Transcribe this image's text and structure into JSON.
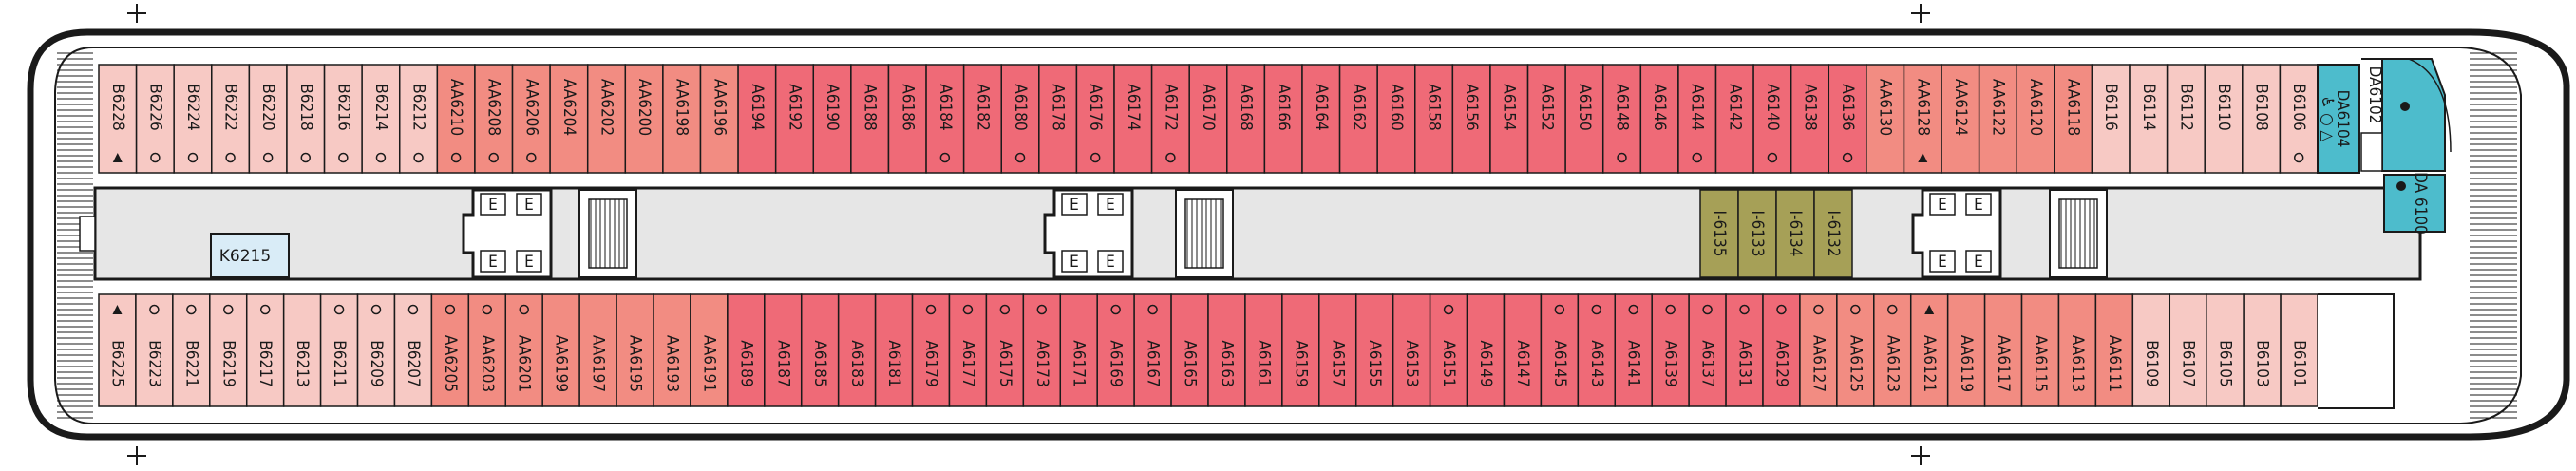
{
  "colors": {
    "A": "#ef6a77",
    "AA": "#f28c82",
    "B": "#f7c9c4",
    "DA": "#4dbccc",
    "I": "#a6a057",
    "K": "#d9ecf7",
    "corridor": "#e6e6e6",
    "hull": "#ffffff",
    "outline": "#1a1a1a"
  },
  "top_row": [
    {
      "label": "B6228",
      "cat": "B",
      "sym": "triangle"
    },
    {
      "label": "B6226",
      "cat": "B",
      "sym": "circle"
    },
    {
      "label": "B6224",
      "cat": "B",
      "sym": "circle"
    },
    {
      "label": "B6222",
      "cat": "B",
      "sym": "circle"
    },
    {
      "label": "B6220",
      "cat": "B",
      "sym": "circle"
    },
    {
      "label": "B6218",
      "cat": "B",
      "sym": "circle"
    },
    {
      "label": "B6216",
      "cat": "B",
      "sym": "circle"
    },
    {
      "label": "B6214",
      "cat": "B",
      "sym": "circle"
    },
    {
      "label": "B6212",
      "cat": "B",
      "sym": "circle"
    },
    {
      "label": "AA6210",
      "cat": "AA",
      "sym": "circle"
    },
    {
      "label": "AA6208",
      "cat": "AA",
      "sym": "circle"
    },
    {
      "label": "AA6206",
      "cat": "AA",
      "sym": "circle"
    },
    {
      "label": "AA6204",
      "cat": "AA",
      "sym": ""
    },
    {
      "label": "AA6202",
      "cat": "AA",
      "sym": ""
    },
    {
      "label": "AA6200",
      "cat": "AA",
      "sym": ""
    },
    {
      "label": "AA6198",
      "cat": "AA",
      "sym": ""
    },
    {
      "label": "AA6196",
      "cat": "AA",
      "sym": ""
    },
    {
      "label": "A6194",
      "cat": "A",
      "sym": ""
    },
    {
      "label": "A6192",
      "cat": "A",
      "sym": ""
    },
    {
      "label": "A6190",
      "cat": "A",
      "sym": ""
    },
    {
      "label": "A6188",
      "cat": "A",
      "sym": ""
    },
    {
      "label": "A6186",
      "cat": "A",
      "sym": ""
    },
    {
      "label": "A6184",
      "cat": "A",
      "sym": "circle"
    },
    {
      "label": "A6182",
      "cat": "A",
      "sym": ""
    },
    {
      "label": "A6180",
      "cat": "A",
      "sym": "circle"
    },
    {
      "label": "A6178",
      "cat": "A",
      "sym": ""
    },
    {
      "label": "A6176",
      "cat": "A",
      "sym": "circle"
    },
    {
      "label": "A6174",
      "cat": "A",
      "sym": ""
    },
    {
      "label": "A6172",
      "cat": "A",
      "sym": "circle"
    },
    {
      "label": "A6170",
      "cat": "A",
      "sym": ""
    },
    {
      "label": "A6168",
      "cat": "A",
      "sym": ""
    },
    {
      "label": "A6166",
      "cat": "A",
      "sym": ""
    },
    {
      "label": "A6164",
      "cat": "A",
      "sym": ""
    },
    {
      "label": "A6162",
      "cat": "A",
      "sym": ""
    },
    {
      "label": "A6160",
      "cat": "A",
      "sym": ""
    },
    {
      "label": "A6158",
      "cat": "A",
      "sym": ""
    },
    {
      "label": "A6156",
      "cat": "A",
      "sym": ""
    },
    {
      "label": "A6154",
      "cat": "A",
      "sym": ""
    },
    {
      "label": "A6152",
      "cat": "A",
      "sym": ""
    },
    {
      "label": "A6150",
      "cat": "A",
      "sym": ""
    },
    {
      "label": "A6148",
      "cat": "A",
      "sym": "circle"
    },
    {
      "label": "A6146",
      "cat": "A",
      "sym": ""
    },
    {
      "label": "A6144",
      "cat": "A",
      "sym": "circle"
    },
    {
      "label": "A6142",
      "cat": "A",
      "sym": ""
    },
    {
      "label": "A6140",
      "cat": "A",
      "sym": "circle"
    },
    {
      "label": "A6138",
      "cat": "A",
      "sym": ""
    },
    {
      "label": "A6136",
      "cat": "A",
      "sym": "circle"
    },
    {
      "label": "AA6130",
      "cat": "AA",
      "sym": ""
    },
    {
      "label": "AA6128",
      "cat": "AA",
      "sym": "triangle"
    },
    {
      "label": "AA6124",
      "cat": "AA",
      "sym": ""
    },
    {
      "label": "AA6122",
      "cat": "AA",
      "sym": ""
    },
    {
      "label": "AA6120",
      "cat": "AA",
      "sym": ""
    },
    {
      "label": "AA6118",
      "cat": "AA",
      "sym": ""
    },
    {
      "label": "B6116",
      "cat": "B",
      "sym": ""
    },
    {
      "label": "B6114",
      "cat": "B",
      "sym": ""
    },
    {
      "label": "B6112",
      "cat": "B",
      "sym": ""
    },
    {
      "label": "B6110",
      "cat": "B",
      "sym": ""
    },
    {
      "label": "B6108",
      "cat": "B",
      "sym": ""
    },
    {
      "label": "B6106",
      "cat": "B",
      "sym": "circle"
    }
  ],
  "bottom_row": [
    {
      "label": "B6225",
      "cat": "B",
      "sym": "triangle"
    },
    {
      "label": "B6223",
      "cat": "B",
      "sym": "circle"
    },
    {
      "label": "B6221",
      "cat": "B",
      "sym": "circle"
    },
    {
      "label": "B6219",
      "cat": "B",
      "sym": "circle"
    },
    {
      "label": "B6217",
      "cat": "B",
      "sym": "circle"
    },
    {
      "label": "B6213",
      "cat": "B",
      "sym": ""
    },
    {
      "label": "B6211",
      "cat": "B",
      "sym": "circle"
    },
    {
      "label": "B6209",
      "cat": "B",
      "sym": "circle"
    },
    {
      "label": "B6207",
      "cat": "B",
      "sym": "circle"
    },
    {
      "label": "AA6205",
      "cat": "AA",
      "sym": "circle"
    },
    {
      "label": "AA6203",
      "cat": "AA",
      "sym": "circle"
    },
    {
      "label": "AA6201",
      "cat": "AA",
      "sym": "circle"
    },
    {
      "label": "AA6199",
      "cat": "AA",
      "sym": ""
    },
    {
      "label": "AA6197",
      "cat": "AA",
      "sym": ""
    },
    {
      "label": "AA6195",
      "cat": "AA",
      "sym": ""
    },
    {
      "label": "AA6193",
      "cat": "AA",
      "sym": ""
    },
    {
      "label": "AA6191",
      "cat": "AA",
      "sym": ""
    },
    {
      "label": "A6189",
      "cat": "A",
      "sym": ""
    },
    {
      "label": "A6187",
      "cat": "A",
      "sym": ""
    },
    {
      "label": "A6185",
      "cat": "A",
      "sym": ""
    },
    {
      "label": "A6183",
      "cat": "A",
      "sym": ""
    },
    {
      "label": "A6181",
      "cat": "A",
      "sym": ""
    },
    {
      "label": "A6179",
      "cat": "A",
      "sym": "circle"
    },
    {
      "label": "A6177",
      "cat": "A",
      "sym": "circle"
    },
    {
      "label": "A6175",
      "cat": "A",
      "sym": "circle"
    },
    {
      "label": "A6173",
      "cat": "A",
      "sym": "circle"
    },
    {
      "label": "A6171",
      "cat": "A",
      "sym": ""
    },
    {
      "label": "A6169",
      "cat": "A",
      "sym": "circle"
    },
    {
      "label": "A6167",
      "cat": "A",
      "sym": "circle"
    },
    {
      "label": "A6165",
      "cat": "A",
      "sym": ""
    },
    {
      "label": "A6163",
      "cat": "A",
      "sym": ""
    },
    {
      "label": "A6161",
      "cat": "A",
      "sym": ""
    },
    {
      "label": "A6159",
      "cat": "A",
      "sym": ""
    },
    {
      "label": "A6157",
      "cat": "A",
      "sym": ""
    },
    {
      "label": "A6155",
      "cat": "A",
      "sym": ""
    },
    {
      "label": "A6153",
      "cat": "A",
      "sym": ""
    },
    {
      "label": "A6151",
      "cat": "A",
      "sym": "circle"
    },
    {
      "label": "A6149",
      "cat": "A",
      "sym": ""
    },
    {
      "label": "A6147",
      "cat": "A",
      "sym": ""
    },
    {
      "label": "A6145",
      "cat": "A",
      "sym": "circle"
    },
    {
      "label": "A6143",
      "cat": "A",
      "sym": "circle"
    },
    {
      "label": "A6141",
      "cat": "A",
      "sym": "circle"
    },
    {
      "label": "A6139",
      "cat": "A",
      "sym": "circle"
    },
    {
      "label": "A6137",
      "cat": "A",
      "sym": "circle"
    },
    {
      "label": "A6131",
      "cat": "A",
      "sym": "circle"
    },
    {
      "label": "A6129",
      "cat": "A",
      "sym": "circle"
    },
    {
      "label": "AA6127",
      "cat": "AA",
      "sym": "circle"
    },
    {
      "label": "AA6125",
      "cat": "AA",
      "sym": "circle"
    },
    {
      "label": "AA6123",
      "cat": "AA",
      "sym": "circle"
    },
    {
      "label": "AA6121",
      "cat": "AA",
      "sym": "triangle"
    },
    {
      "label": "AA6119",
      "cat": "AA",
      "sym": ""
    },
    {
      "label": "AA6117",
      "cat": "AA",
      "sym": ""
    },
    {
      "label": "AA6115",
      "cat": "AA",
      "sym": ""
    },
    {
      "label": "AA6113",
      "cat": "AA",
      "sym": ""
    },
    {
      "label": "AA6111",
      "cat": "AA",
      "sym": ""
    },
    {
      "label": "B6109",
      "cat": "B",
      "sym": ""
    },
    {
      "label": "B6107",
      "cat": "B",
      "sym": ""
    },
    {
      "label": "B6105",
      "cat": "B",
      "sym": ""
    },
    {
      "label": "B6103",
      "cat": "B",
      "sym": ""
    },
    {
      "label": "B6101",
      "cat": "B",
      "sym": ""
    }
  ],
  "suites": {
    "upper": {
      "label": "DA6104",
      "cat": "DA",
      "icons": "♿ ○ △"
    },
    "corner": {
      "label": "DA6102",
      "cat": "DA"
    },
    "lower": {
      "label": "DA 6100",
      "cat": "DA"
    }
  },
  "center_cabins": [
    {
      "label": "I-6135",
      "cat": "I"
    },
    {
      "label": "I-6133",
      "cat": "I"
    },
    {
      "label": "I-6134",
      "cat": "I"
    },
    {
      "label": "I-6132",
      "cat": "I"
    }
  ],
  "k_cabin": {
    "label": "K6215",
    "cat": "K"
  },
  "elevator_letter": "E"
}
